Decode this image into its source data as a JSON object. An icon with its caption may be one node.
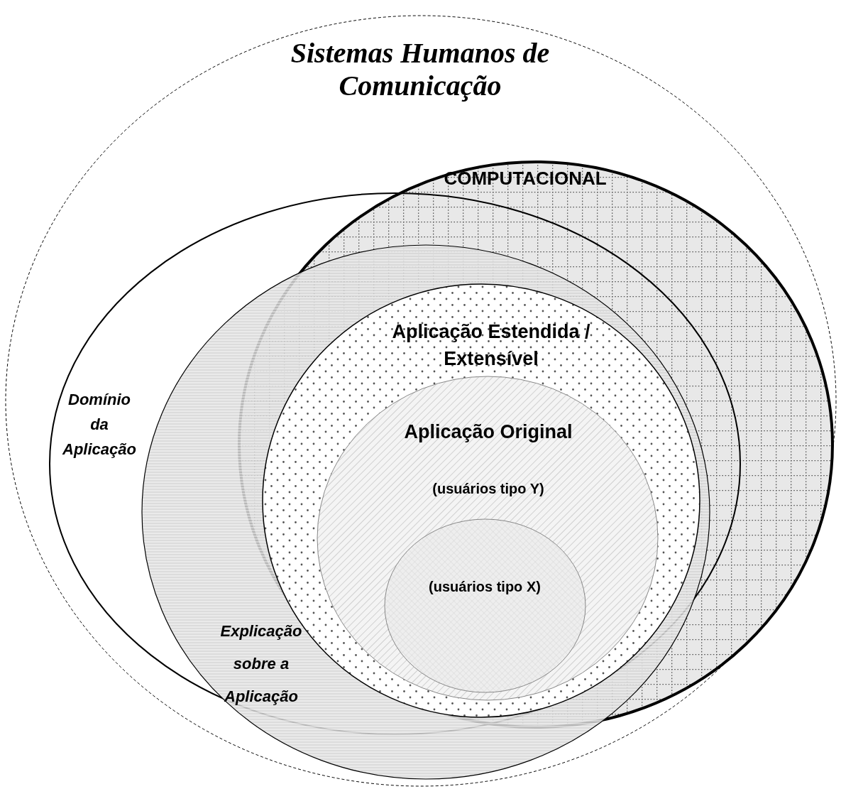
{
  "diagram": {
    "nodes": [
      {
        "text": [
          "Sistemas Humanos de Comunicação"
        ]
      },
      {
        "text": [
          "COMPUTACIONAL"
        ],
        "in": 0
      },
      {
        "text": [
          "Domínio da Aplicação"
        ],
        "in": 0
      },
      {
        "text": [
          "Explicação sobre a Aplicação"
        ],
        "in": 0
      },
      {
        "text": [
          "Aplicação Estendida / Extensível"
        ]
      },
      {
        "text": [
          "Aplicação Original",
          "(usuários tipo Y)"
        ],
        "in": 4
      },
      {
        "text": [
          "(usuários tipo X)"
        ],
        "in": 5
      }
    ]
  }
}
